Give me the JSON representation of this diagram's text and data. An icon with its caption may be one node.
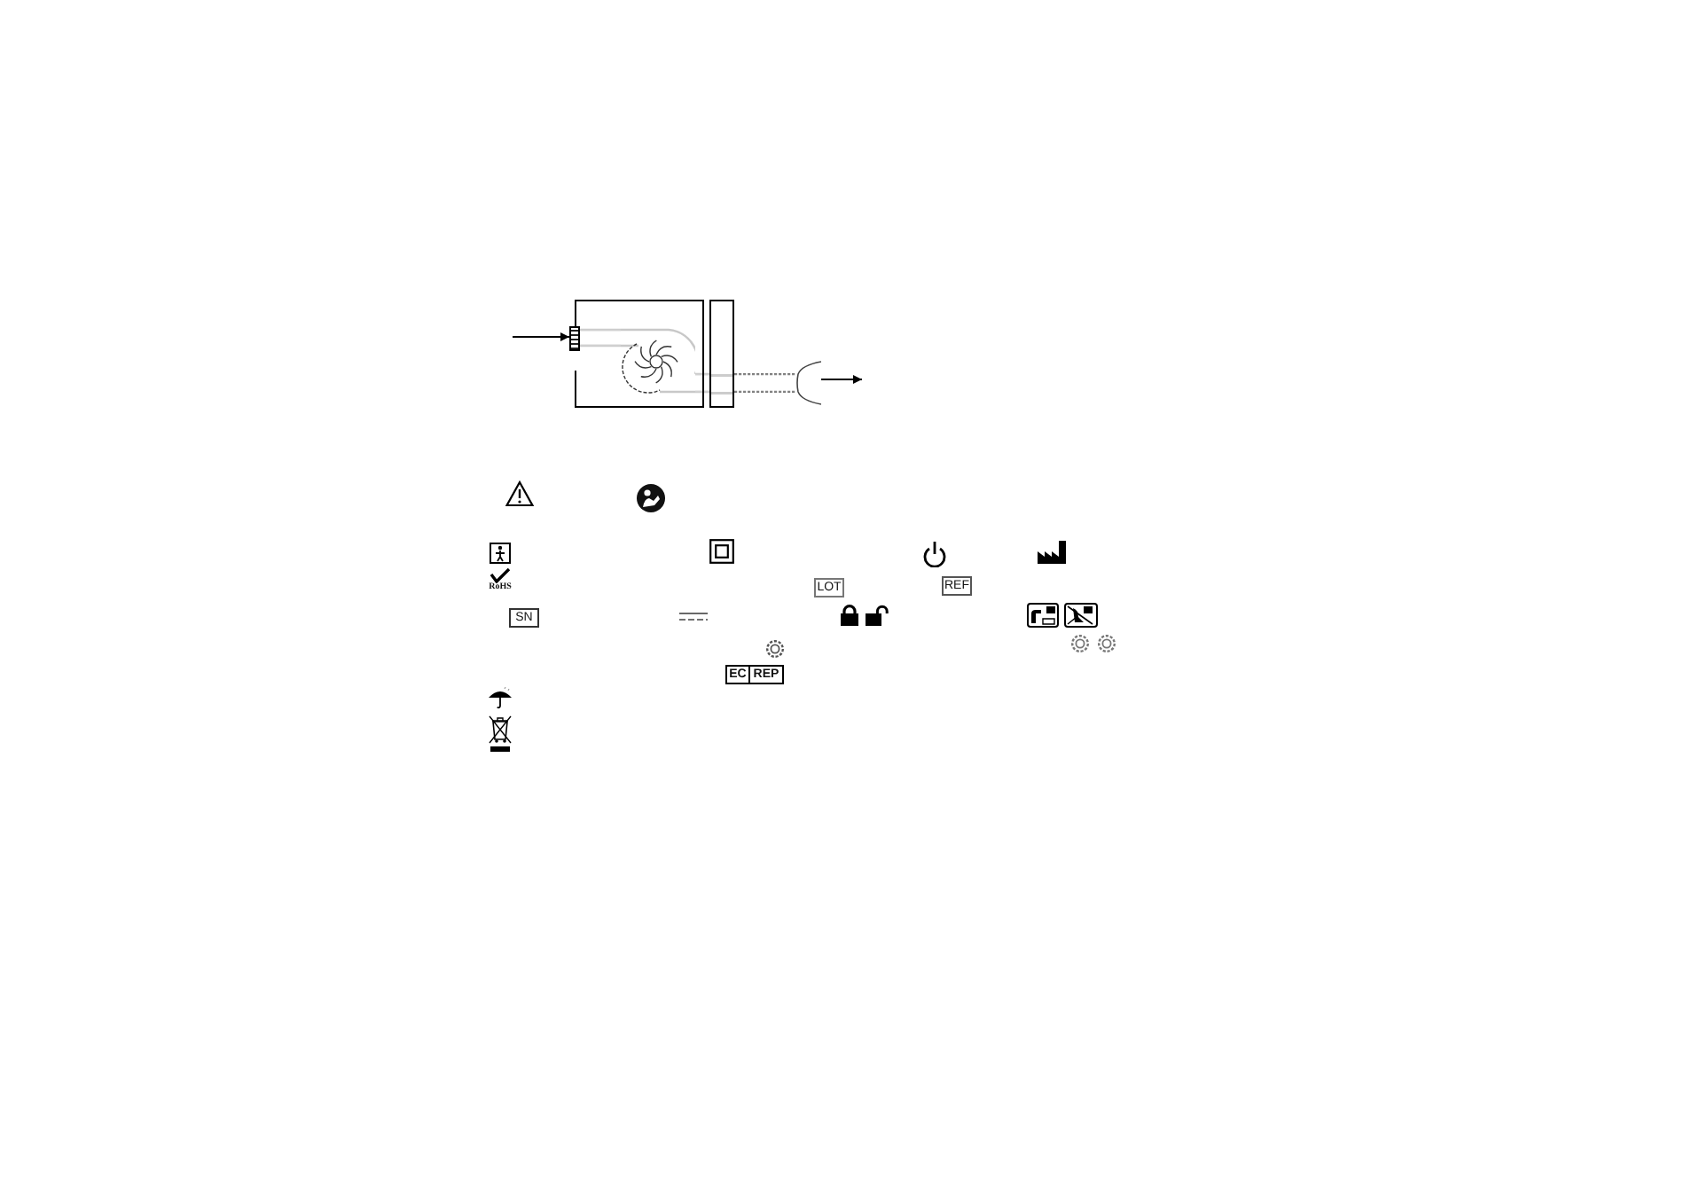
{
  "diagram": {
    "nodes": [
      {
        "text": [],
        "shape": "box"
      },
      {
        "text": [],
        "shape": "box"
      },
      {
        "text": [],
        "shape": "picture",
        "in": 0
      },
      {
        "text": [],
        "shape": "box"
      },
      {
        "text": [],
        "shape": "picture"
      }
    ],
    "edges": [
      {
        "from": null,
        "to": 1,
        "arrow": "to"
      },
      {
        "from": 1,
        "to": 2,
        "arrow": "none",
        "color": "#cccccc"
      },
      {
        "from": 2,
        "to": 3,
        "arrow": "none",
        "color": "#cccccc"
      },
      {
        "from": 3,
        "to": 4,
        "arrow": "none",
        "style": "dashed",
        "color": "#777777"
      },
      {
        "from": 4,
        "to": null,
        "arrow": "to"
      }
    ],
    "labels": [
      "RoHS",
      "LOT",
      "REF",
      "SN",
      "EC",
      "REP"
    ]
  }
}
